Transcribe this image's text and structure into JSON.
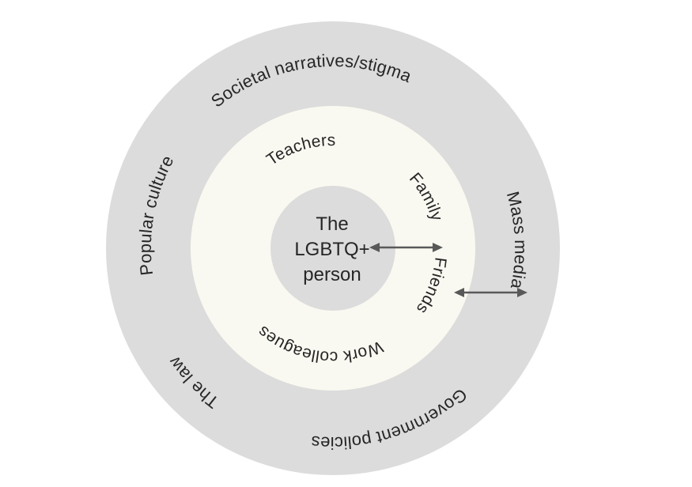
{
  "diagram": {
    "description": "Concentric circles of influence around the LGBTQ+ person",
    "colors": {
      "ring_gray": "#dcdcdc",
      "middle_ring_bg": "#faf9f1",
      "text": "#262626",
      "arrow": "#595959",
      "background": "#ffffff"
    },
    "center_circle": {
      "line1": "The",
      "line2": "LGBTQ+",
      "line3": "person"
    },
    "middle_ring": {
      "teachers": "Teachers",
      "family": "Family",
      "friends": "Friends",
      "work_colleagues": "Work colleagues"
    },
    "outer_ring": {
      "societal_narratives": "Societal narratives/stigma",
      "mass_media": "Mass media",
      "government_policies": "Government policies",
      "the_law": "The law",
      "popular_culture": "Popular culture"
    },
    "arrows": [
      {
        "name": "center-to-middle-ring-arrow",
        "type": "double-headed"
      },
      {
        "name": "middle-to-outer-ring-arrow",
        "type": "double-headed"
      }
    ]
  }
}
